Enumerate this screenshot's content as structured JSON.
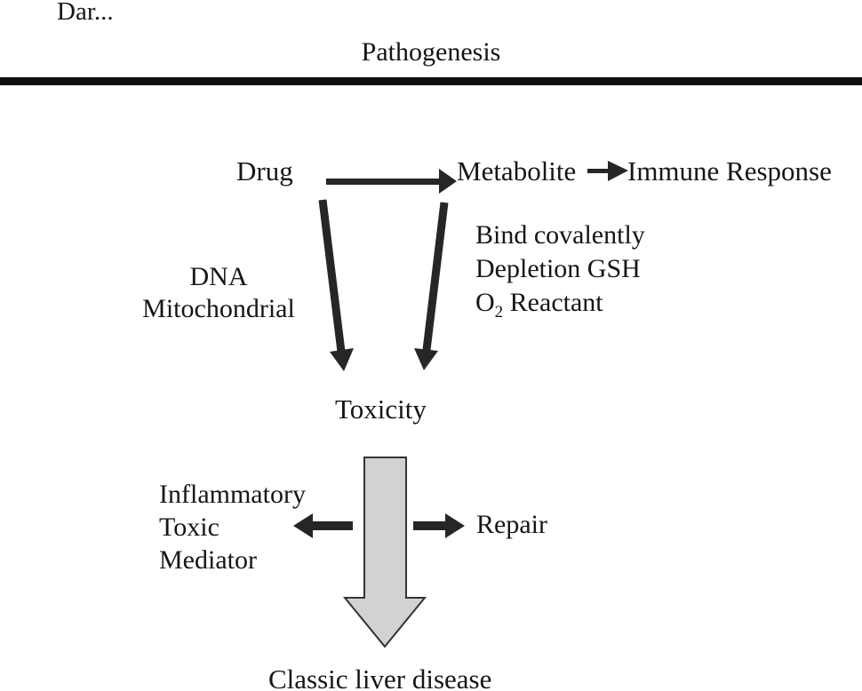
{
  "page": {
    "slide_label": "Dar...",
    "title": "Pathogenesis"
  },
  "diagram": {
    "drug": "Drug",
    "metabolite": "Metabolite",
    "immune_response": "Immune Response",
    "metabolite_effects": [
      "Bind covalently",
      "Depletion GSH"
    ],
    "o2_line": {
      "prefix": "O",
      "sub": "2",
      "suffix": " Reactant"
    },
    "drug_effects": [
      "DNA",
      "Mitochondrial"
    ],
    "toxicity": "Toxicity",
    "mediators": [
      "Inflammatory",
      "Toxic",
      "Mediator"
    ],
    "repair": "Repair",
    "outcome": "Classic liver disease"
  },
  "colors": {
    "text": "#161616",
    "arrow": "#262626",
    "rule": "#0f0f0f",
    "block_arrow_fill": "#d2d2d2",
    "block_arrow_stroke": "#333333"
  }
}
